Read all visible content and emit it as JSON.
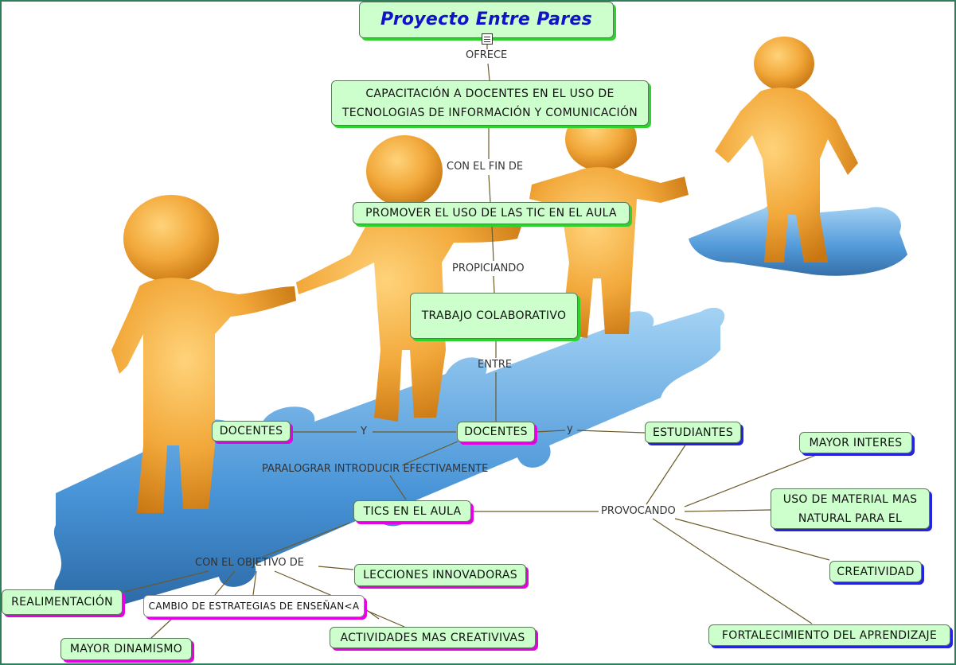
{
  "title": "Proyecto Entre Pares",
  "icons": {
    "title_attachment": "document-icon"
  },
  "colors": {
    "node_fill": "#ccffcc",
    "title_text": "#1212c8",
    "shadow_green": "#2fd12f",
    "shadow_magenta": "#e600e6",
    "shadow_blue": "#2424e0",
    "connector": "#6b5a2a"
  },
  "nodes": {
    "capacitacion": [
      "CAPACITACIÓN A DOCENTES EN EL USO DE",
      "TECNOLOGIAS DE INFORMACIÓN Y COMUNICACIÓN"
    ],
    "promover": "PROMOVER EL USO DE LAS TIC EN EL AULA",
    "trabajo": "TRABAJO COLABORATIVO",
    "docentes_left": "DOCENTES",
    "docentes_center": "DOCENTES",
    "estudiantes": "ESTUDIANTES",
    "tics": "TICS EN EL AULA",
    "mayor_interes": "MAYOR INTERES",
    "uso_material": [
      "USO DE MATERIAL MAS",
      "NATURAL PARA EL"
    ],
    "creatividad": "CREATIVIDAD",
    "fortalecimiento": "FORTALECIMIENTO DEL APRENDIZAJE",
    "lecciones": "LECCIONES INNOVADORAS",
    "actividades": "ACTIVIDADES MAS CREATIVIVAS",
    "realimentacion": "REALIMENTACIÓN",
    "cambio": "CAMBIO DE ESTRATEGIAS DE ENSEÑAN<A",
    "mayor_dinamismo": "MAYOR DINAMISMO"
  },
  "links": {
    "ofrece": "OFRECE",
    "con_el_fin_de": "CON EL FIN DE",
    "propiciando": "PROPICIANDO",
    "entre": "ENTRE",
    "y_upper": "Y",
    "y_lower": "y",
    "paralograr": "PARALOGRAR INTRODUCIR EFECTIVAMENTE",
    "provocando": "PROVOCANDO",
    "con_el_objetivo_de": "CON EL OBJETIVO DE"
  }
}
